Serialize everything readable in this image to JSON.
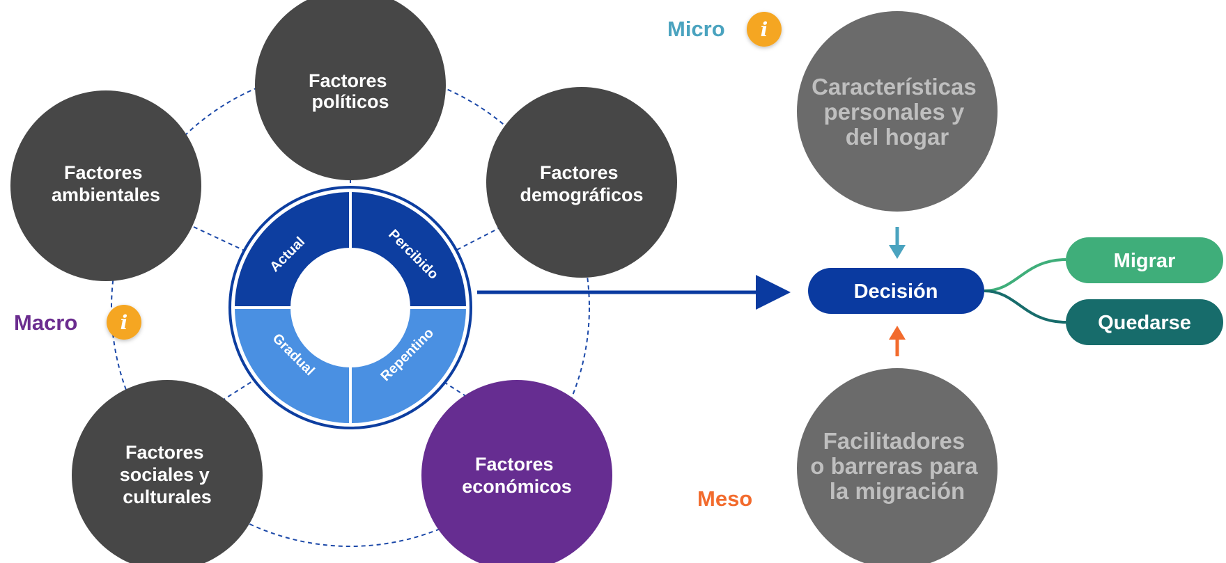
{
  "macro": {
    "label": "Macro",
    "factors": [
      {
        "id": "politicos",
        "lines": [
          "Factores",
          "políticos"
        ]
      },
      {
        "id": "ambientales",
        "lines": [
          "Factores",
          "ambientales"
        ]
      },
      {
        "id": "demograficos",
        "lines": [
          "Factores",
          "demográficos"
        ]
      },
      {
        "id": "sociales",
        "lines": [
          "Factores",
          "sociales y",
          "culturales"
        ]
      },
      {
        "id": "economicos",
        "lines": [
          "Factores",
          "económicos"
        ]
      }
    ],
    "ring": {
      "segments": [
        "Actual",
        "Percibido",
        "Gradual",
        "Repentino"
      ]
    }
  },
  "micro": {
    "label": "Micro",
    "lines": [
      "Características",
      "personales y",
      "del hogar"
    ]
  },
  "meso": {
    "label": "Meso",
    "lines": [
      "Facilitadores",
      "o barreras para",
      "la migración"
    ]
  },
  "decision": {
    "label": "Decisión"
  },
  "outcomes": [
    {
      "id": "migrar",
      "label": "Migrar"
    },
    {
      "id": "quedarse",
      "label": "Quedarse"
    }
  ],
  "colors": {
    "factor_dark": "#474747",
    "factor_purple": "#662d91",
    "micro_meso_circle": "#6b6b6b",
    "ring_dark_blue": "#0d3ea0",
    "ring_light_blue": "#4a90e2",
    "decision_blue": "#0a3aa0",
    "migrar_green": "#3fae7a",
    "quedarse_teal": "#176c6b",
    "micro_label": "#4aa3bf",
    "macro_label": "#6b2d8f",
    "meso_label": "#f26b2d",
    "info_icon": "#f5a623"
  },
  "icons": [
    "info-icon",
    "arrow-down-icon",
    "arrow-up-icon",
    "arrow-right-icon"
  ]
}
